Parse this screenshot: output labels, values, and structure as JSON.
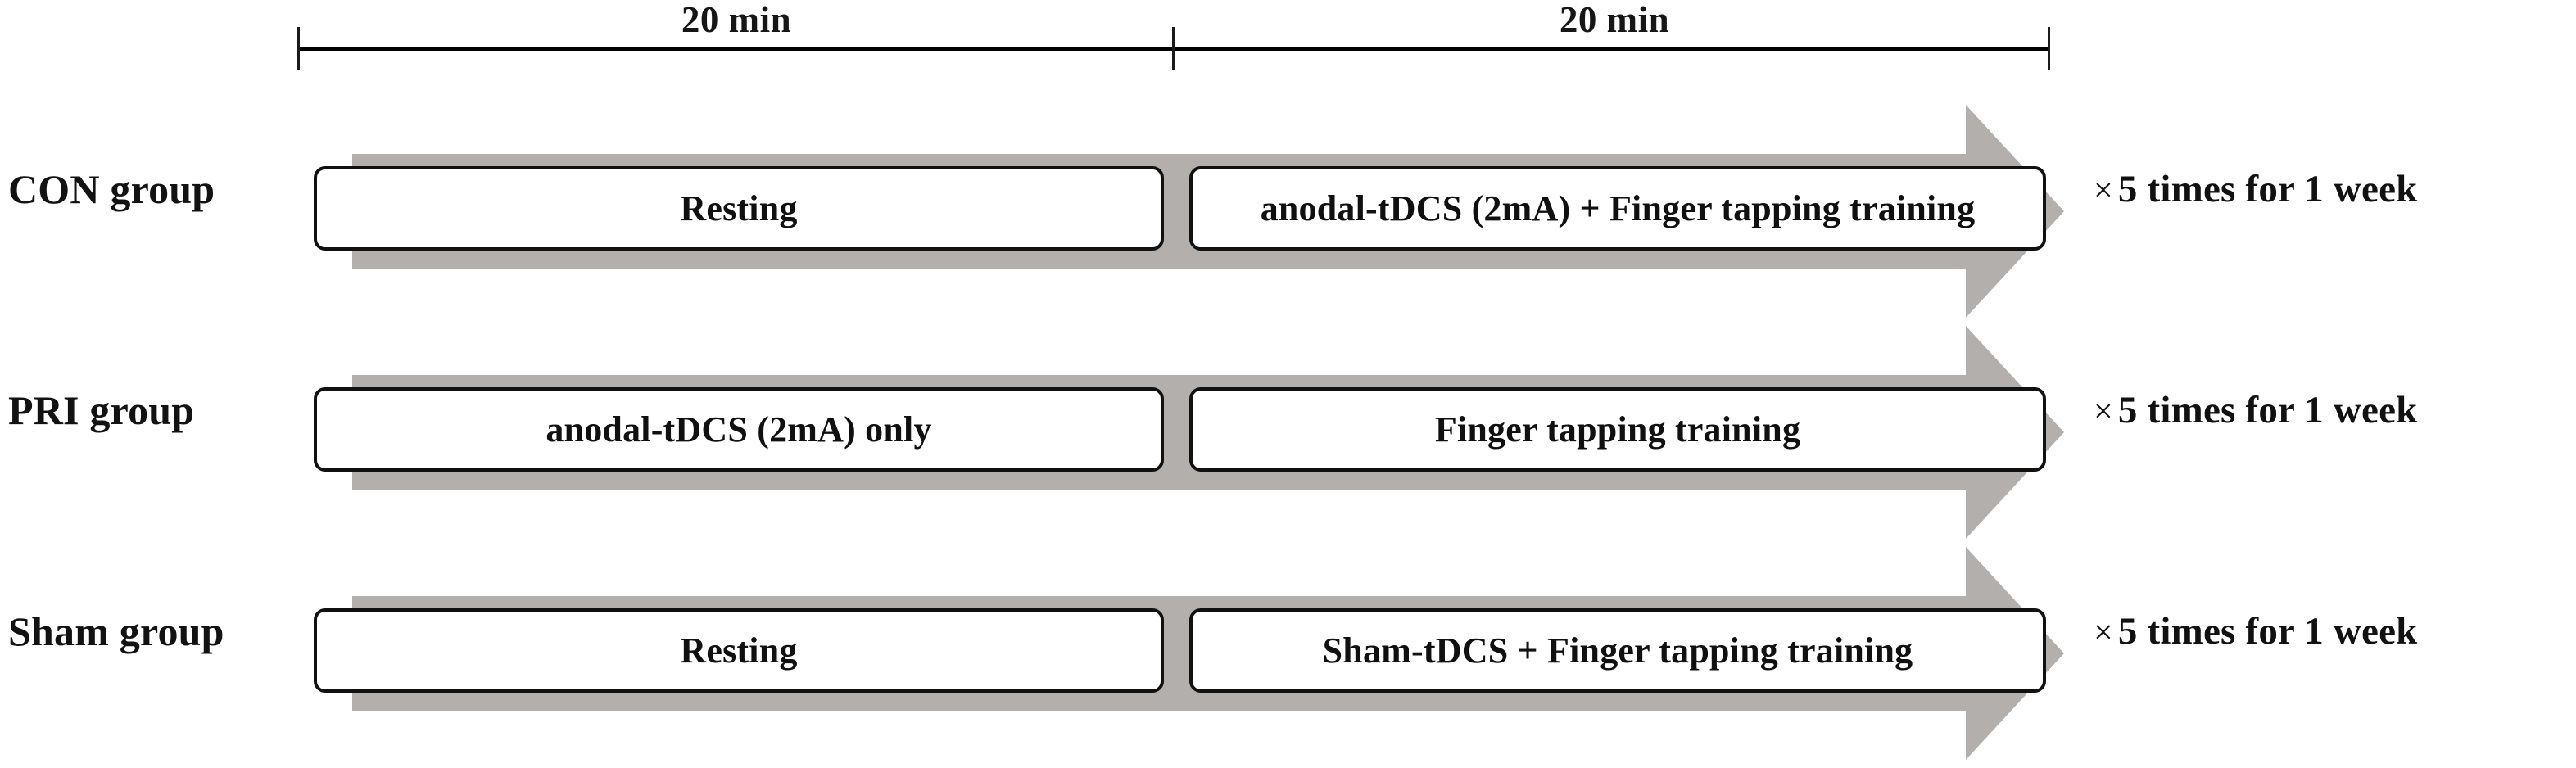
{
  "figure": {
    "kind": "experimental-protocol-timeline",
    "colors": {
      "arrow_gray": "#b3afad",
      "line_black": "#111111",
      "background": "#ffffff"
    }
  },
  "timeline": {
    "segments": [
      {
        "label": "20 min"
      },
      {
        "label": "20 min"
      }
    ]
  },
  "rows": [
    {
      "group_label": "CON group",
      "stage_1": "Resting",
      "stage_2": "anodal-tDCS (2mA) + Finger tapping training",
      "repeat_symbol": "×",
      "repeat_text": "5 times for 1 week"
    },
    {
      "group_label": "PRI group",
      "stage_1": "anodal-tDCS (2mA) only",
      "stage_2": "Finger tapping training",
      "repeat_symbol": "×",
      "repeat_text": "5 times for 1 week"
    },
    {
      "group_label": "Sham group",
      "stage_1": "Resting",
      "stage_2": "Sham-tDCS  + Finger tapping training",
      "repeat_symbol": "×",
      "repeat_text": "5 times for 1 week"
    }
  ]
}
